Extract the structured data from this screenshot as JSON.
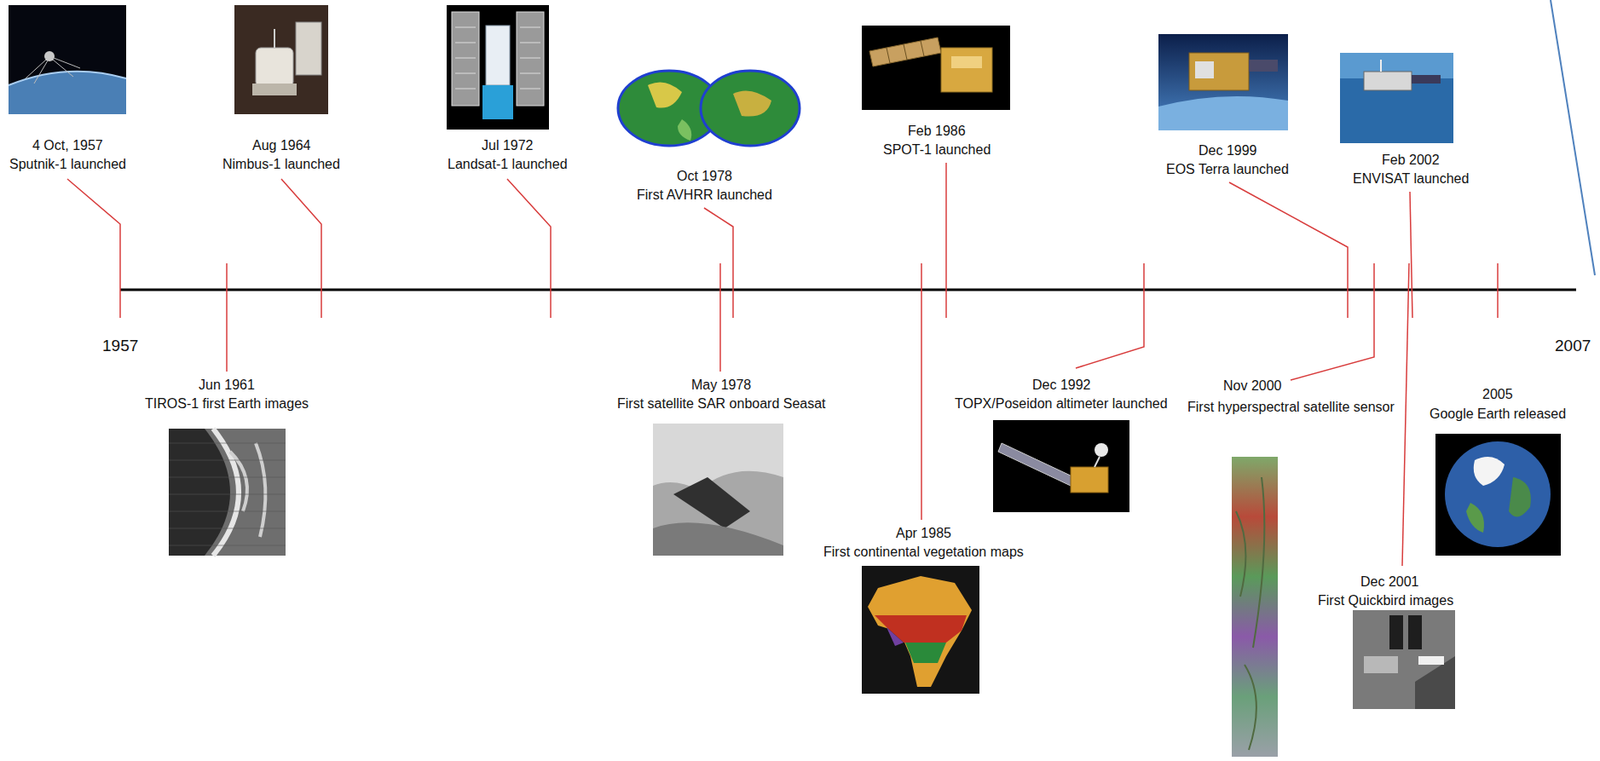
{
  "diagram": {
    "labels": [
      "4 Oct, 1957",
      "Sputnik-1 launched",
      "Aug 1964",
      "Nimbus-1 launched",
      "Jul 1972",
      "Landsat-1 launched",
      "Oct 1978",
      "First AVHRR launched",
      "Feb 1986",
      "SPOT-1 launched",
      "Dec 1999",
      "EOS Terra launched",
      "Feb 2002",
      "ENVISAT launched",
      "1957",
      "2007",
      "Jun 1961",
      "TIROS-1 first Earth images",
      "May 1978",
      "First satellite SAR onboard Seasat",
      "Apr 1985",
      "First continental vegetation maps",
      "Dec 1992",
      "TOPX/Poseidon altimeter launched",
      "Nov 2000",
      "First hyperspectral satellite sensor",
      "Dec 2001",
      "First Quickbird images",
      "2005",
      "Google Earth released"
    ]
  }
}
